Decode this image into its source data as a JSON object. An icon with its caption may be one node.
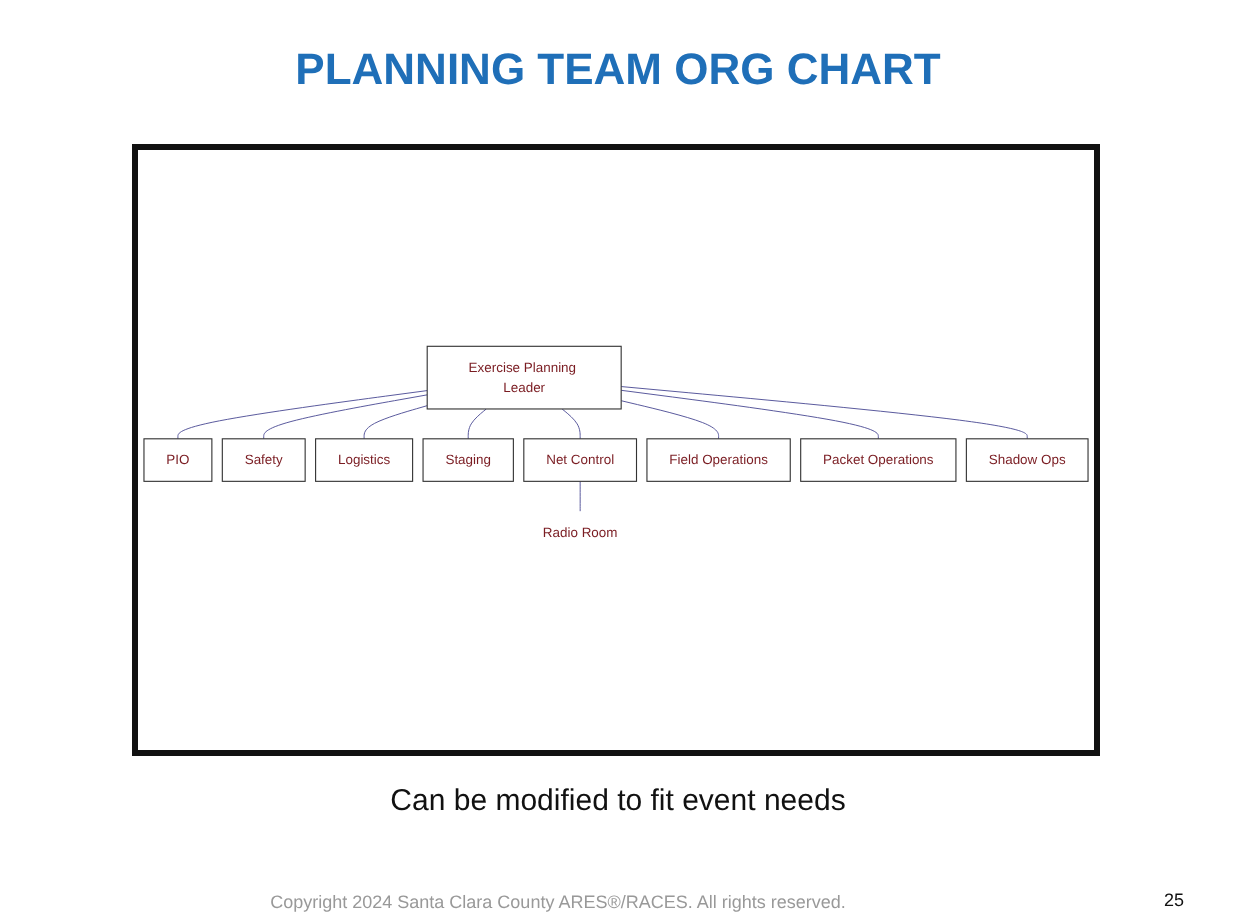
{
  "diagram": {
    "title": "PLANNING TEAM ORG CHART",
    "nodes": [
      {
        "text": [
          "Exercise Planning Leader"
        ]
      },
      {
        "text": [
          "PIO"
        ]
      },
      {
        "text": [
          "Safety"
        ]
      },
      {
        "text": [
          "Logistics"
        ]
      },
      {
        "text": [
          "Staging"
        ]
      },
      {
        "text": [
          "Net Control"
        ]
      },
      {
        "text": [
          "Field Operations"
        ]
      },
      {
        "text": [
          "Packet Operations"
        ]
      },
      {
        "text": [
          "Shadow Ops"
        ]
      },
      {
        "text": [
          "Radio Room"
        ]
      }
    ],
    "edges": [
      {
        "from": 0,
        "to": 1,
        "arrow": "none"
      },
      {
        "from": 0,
        "to": 2,
        "arrow": "none"
      },
      {
        "from": 0,
        "to": 3,
        "arrow": "none"
      },
      {
        "from": 0,
        "to": 4,
        "arrow": "none"
      },
      {
        "from": 0,
        "to": 5,
        "arrow": "none"
      },
      {
        "from": 0,
        "to": 6,
        "arrow": "none"
      },
      {
        "from": 0,
        "to": 7,
        "arrow": "none"
      },
      {
        "from": 0,
        "to": 8,
        "arrow": "none"
      },
      {
        "from": 5,
        "to": 9,
        "arrow": "none"
      }
    ],
    "labels": [
      "Can be modified to fit event needs",
      "Copyright 2024 Santa Clara County ARES®/RACES.  All rights reserved.",
      "25"
    ]
  }
}
